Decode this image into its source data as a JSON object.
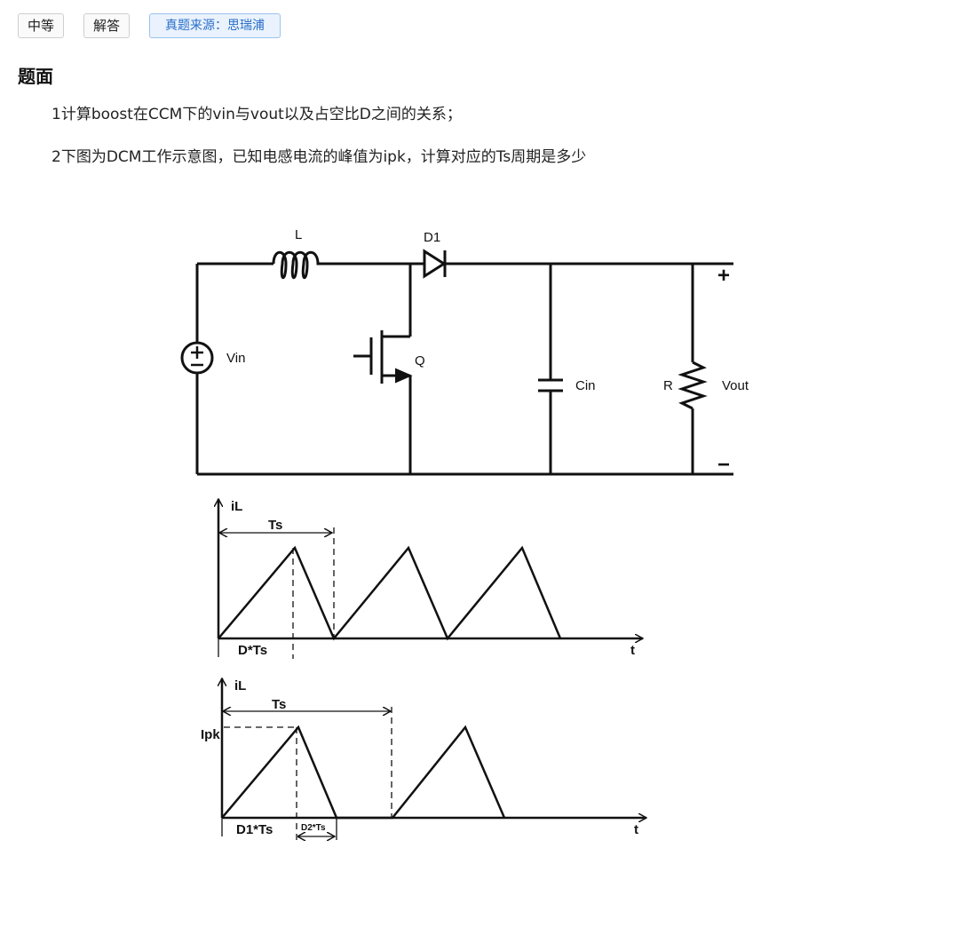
{
  "tags": {
    "difficulty": "中等",
    "type": "解答",
    "source": "真题来源：思瑞浦"
  },
  "section_title": "题面",
  "questions": [
    "1计算boost在CCM下的vin与vout以及占空比D之间的关系；",
    "2下图为DCM工作示意图，已知电感电流的峰值为ipk，计算对应的Ts周期是多少"
  ],
  "circuit": {
    "inductor": "L",
    "diode": "D1",
    "source": "Vin",
    "switch": "Q",
    "capacitor": "Cin",
    "resistor": "R",
    "output": "Vout",
    "plus": "+",
    "minus": "−"
  },
  "waveform_ccm": {
    "y_axis": "iL",
    "x_axis": "t",
    "period": "Ts",
    "on_time": "D*Ts"
  },
  "waveform_dcm": {
    "y_axis": "iL",
    "x_axis": "t",
    "period": "Ts",
    "peak": "Ipk",
    "on_time": "D1*Ts",
    "off_time": "D2*Ts"
  }
}
